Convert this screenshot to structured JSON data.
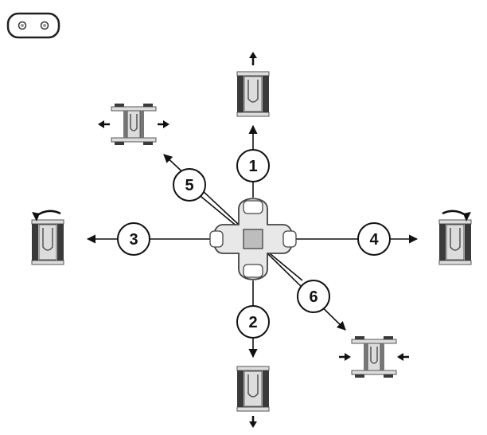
{
  "legend": {
    "icon": "controller-icon"
  },
  "hub": {
    "icon": "joystick-icon"
  },
  "directions": [
    {
      "id": "1",
      "label": "1",
      "action": "forward",
      "icon": "vehicle-forward-icon"
    },
    {
      "id": "2",
      "label": "2",
      "action": "backward",
      "icon": "vehicle-backward-icon"
    },
    {
      "id": "3",
      "label": "3",
      "action": "rotate-left",
      "icon": "vehicle-rotate-left-icon"
    },
    {
      "id": "4",
      "label": "4",
      "action": "rotate-right",
      "icon": "vehicle-rotate-right-icon"
    },
    {
      "id": "5",
      "label": "5",
      "action": "widen",
      "icon": "vehicle-widen-icon"
    },
    {
      "id": "6",
      "label": "6",
      "action": "narrow",
      "icon": "vehicle-narrow-icon"
    }
  ],
  "colors": {
    "line": "#111111",
    "track": "#3a3a3a",
    "body": "#d9d9d9",
    "body_stroke": "#555555",
    "hub_fill": "#bdbdbd"
  }
}
